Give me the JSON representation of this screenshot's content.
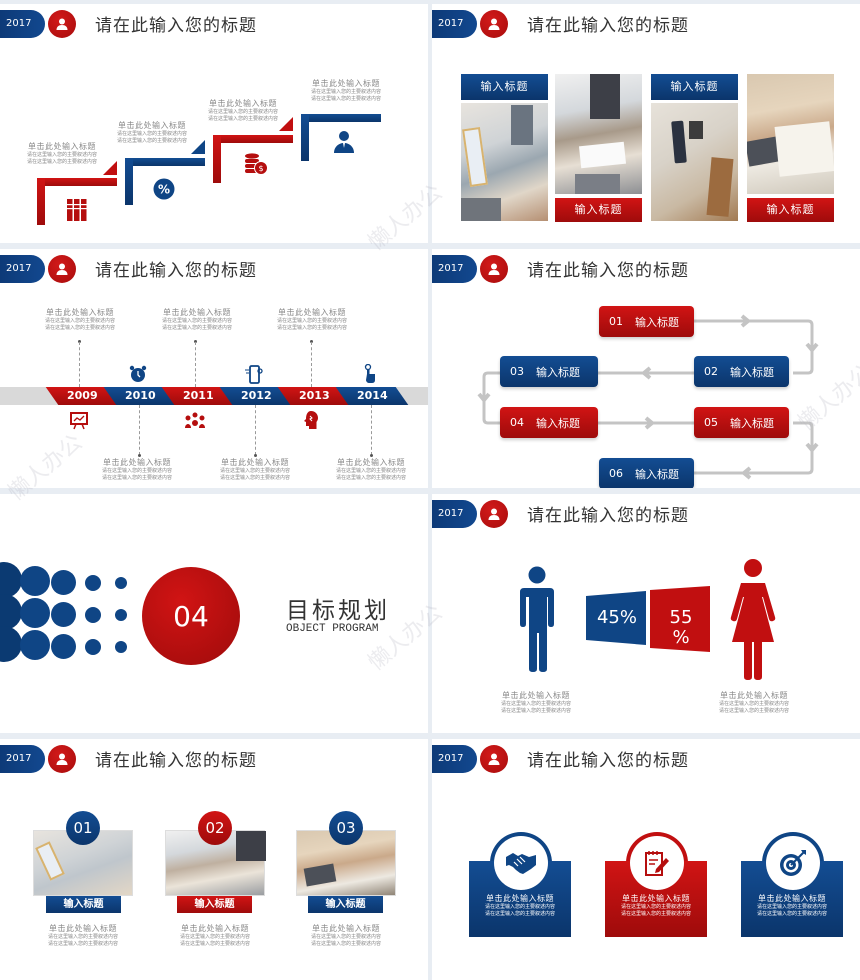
{
  "header": {
    "year": "2017",
    "title": "请在此输入您的标题"
  },
  "placeholder": {
    "heading": "单击此处输入标题",
    "body_line1": "请在这里输入您的主要叙述内容",
    "body_line2": "请在这里输入您的主要叙述内容"
  },
  "slide1": {
    "steps": [
      {
        "color": "red",
        "icon": "books-icon"
      },
      {
        "color": "blue",
        "icon": "percent-icon"
      },
      {
        "color": "red",
        "icon": "coins-icon"
      },
      {
        "color": "blue",
        "icon": "person-icon"
      }
    ]
  },
  "slide2": {
    "tiles": [
      {
        "label": "输入标题",
        "color": "blue",
        "position": "top"
      },
      {
        "label": "输入标题",
        "color": "red",
        "position": "bottom"
      },
      {
        "label": "输入标题",
        "color": "blue",
        "position": "top"
      },
      {
        "label": "输入标题",
        "color": "red",
        "position": "bottom"
      }
    ]
  },
  "slide3": {
    "years": [
      "2009",
      "2010",
      "2011",
      "2012",
      "2013",
      "2014"
    ],
    "icons": [
      "presentation-icon",
      "alarm-clock-icon",
      "team-icon",
      "mobile-icon",
      "head-idea-icon",
      "tap-icon"
    ]
  },
  "slide4": {
    "steps": [
      {
        "num": "01",
        "label": "输入标题",
        "color": "red"
      },
      {
        "num": "02",
        "label": "输入标题",
        "color": "blue"
      },
      {
        "num": "03",
        "label": "输入标题",
        "color": "blue"
      },
      {
        "num": "04",
        "label": "输入标题",
        "color": "red"
      },
      {
        "num": "05",
        "label": "输入标题",
        "color": "red"
      },
      {
        "num": "06",
        "label": "输入标题",
        "color": "blue"
      }
    ]
  },
  "slide5": {
    "number": "04",
    "title_cn": "目标规划",
    "title_en": "OBJECT PROGRAM"
  },
  "slide6": {
    "male_pct": "45%",
    "female_pct_line1": "55",
    "female_pct_line2": "%"
  },
  "slide7": {
    "cards": [
      {
        "num": "01",
        "label": "输入标题",
        "color": "blue"
      },
      {
        "num": "02",
        "label": "输入标题",
        "color": "red"
      },
      {
        "num": "03",
        "label": "输入标题",
        "color": "blue"
      }
    ]
  },
  "slide8": {
    "cards": [
      {
        "icon": "handshake-icon",
        "color": "blue"
      },
      {
        "icon": "notepad-pen-icon",
        "color": "red"
      },
      {
        "icon": "target-icon",
        "color": "blue"
      }
    ]
  },
  "watermark": "懒人办公",
  "colors": {
    "red": "#c10f10",
    "blue": "#0f4585",
    "gray_line": "#c4c4c4",
    "band": "#d9d9d9"
  }
}
